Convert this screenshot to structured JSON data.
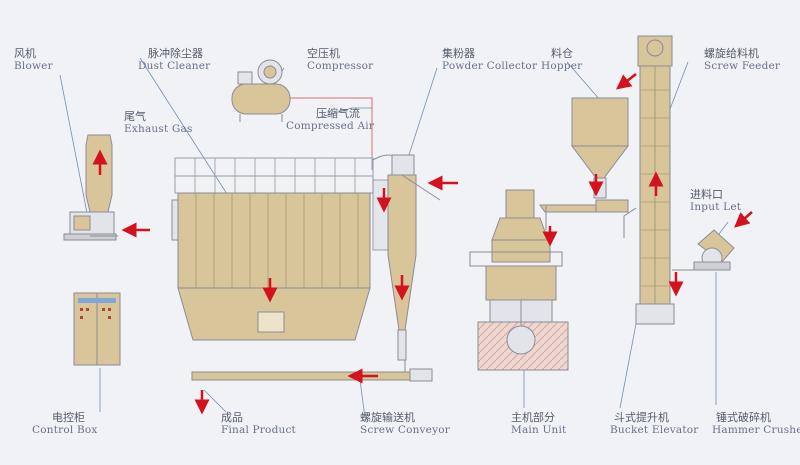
{
  "colors": {
    "background": "#f1f2f6",
    "equipment_fill": "#d8c59a",
    "equipment_stroke": "#8c8c96",
    "flow_arrow": "#d4121e",
    "pipe": "#e06a6a",
    "label_text": "#555b6b",
    "leader_line": "#6f8fb5"
  },
  "labels": {
    "blower": {
      "cn": "风机",
      "en": "Blower"
    },
    "exhaust_gas": {
      "cn": "尾气",
      "en": "Exhaust Gas"
    },
    "dust_cleaner": {
      "cn": "脉冲除尘器",
      "en": "Dust Cleaner"
    },
    "compressor": {
      "cn": "空压机",
      "en": "Compressor"
    },
    "compressed_air": {
      "cn": "压缩气流",
      "en": "Compressed Air"
    },
    "powder_collector": {
      "cn": "集粉器",
      "en": "Powder Collector"
    },
    "hopper": {
      "cn": "料仓",
      "en": "Hopper"
    },
    "screw_feeder": {
      "cn": "螺旋给料机",
      "en": "Screw Feeder"
    },
    "input_let": {
      "cn": "进料口",
      "en": "Input Let"
    },
    "control_box": {
      "cn": "电控柜",
      "en": "Control Box"
    },
    "final_product": {
      "cn": "成品",
      "en": "Final Product"
    },
    "screw_conveyor": {
      "cn": "螺旋输送机",
      "en": "Screw Conveyor"
    },
    "main_unit": {
      "cn": "主机部分",
      "en": "Main Unit"
    },
    "bucket_elevator": {
      "cn": "斗式提升机",
      "en": "Bucket Elevator"
    },
    "hammer_crusher": {
      "cn": "锤式破碎机",
      "en": "Hammer Crusher"
    }
  },
  "icons": [
    "blower-icon",
    "dust-cleaner-icon",
    "compressor-icon",
    "powder-collector-icon",
    "hopper-icon",
    "screw-feeder-icon",
    "bucket-elevator-icon",
    "hammer-crusher-icon",
    "main-unit-icon",
    "control-box-icon",
    "screw-conveyor-icon",
    "flow-arrow-icon"
  ]
}
